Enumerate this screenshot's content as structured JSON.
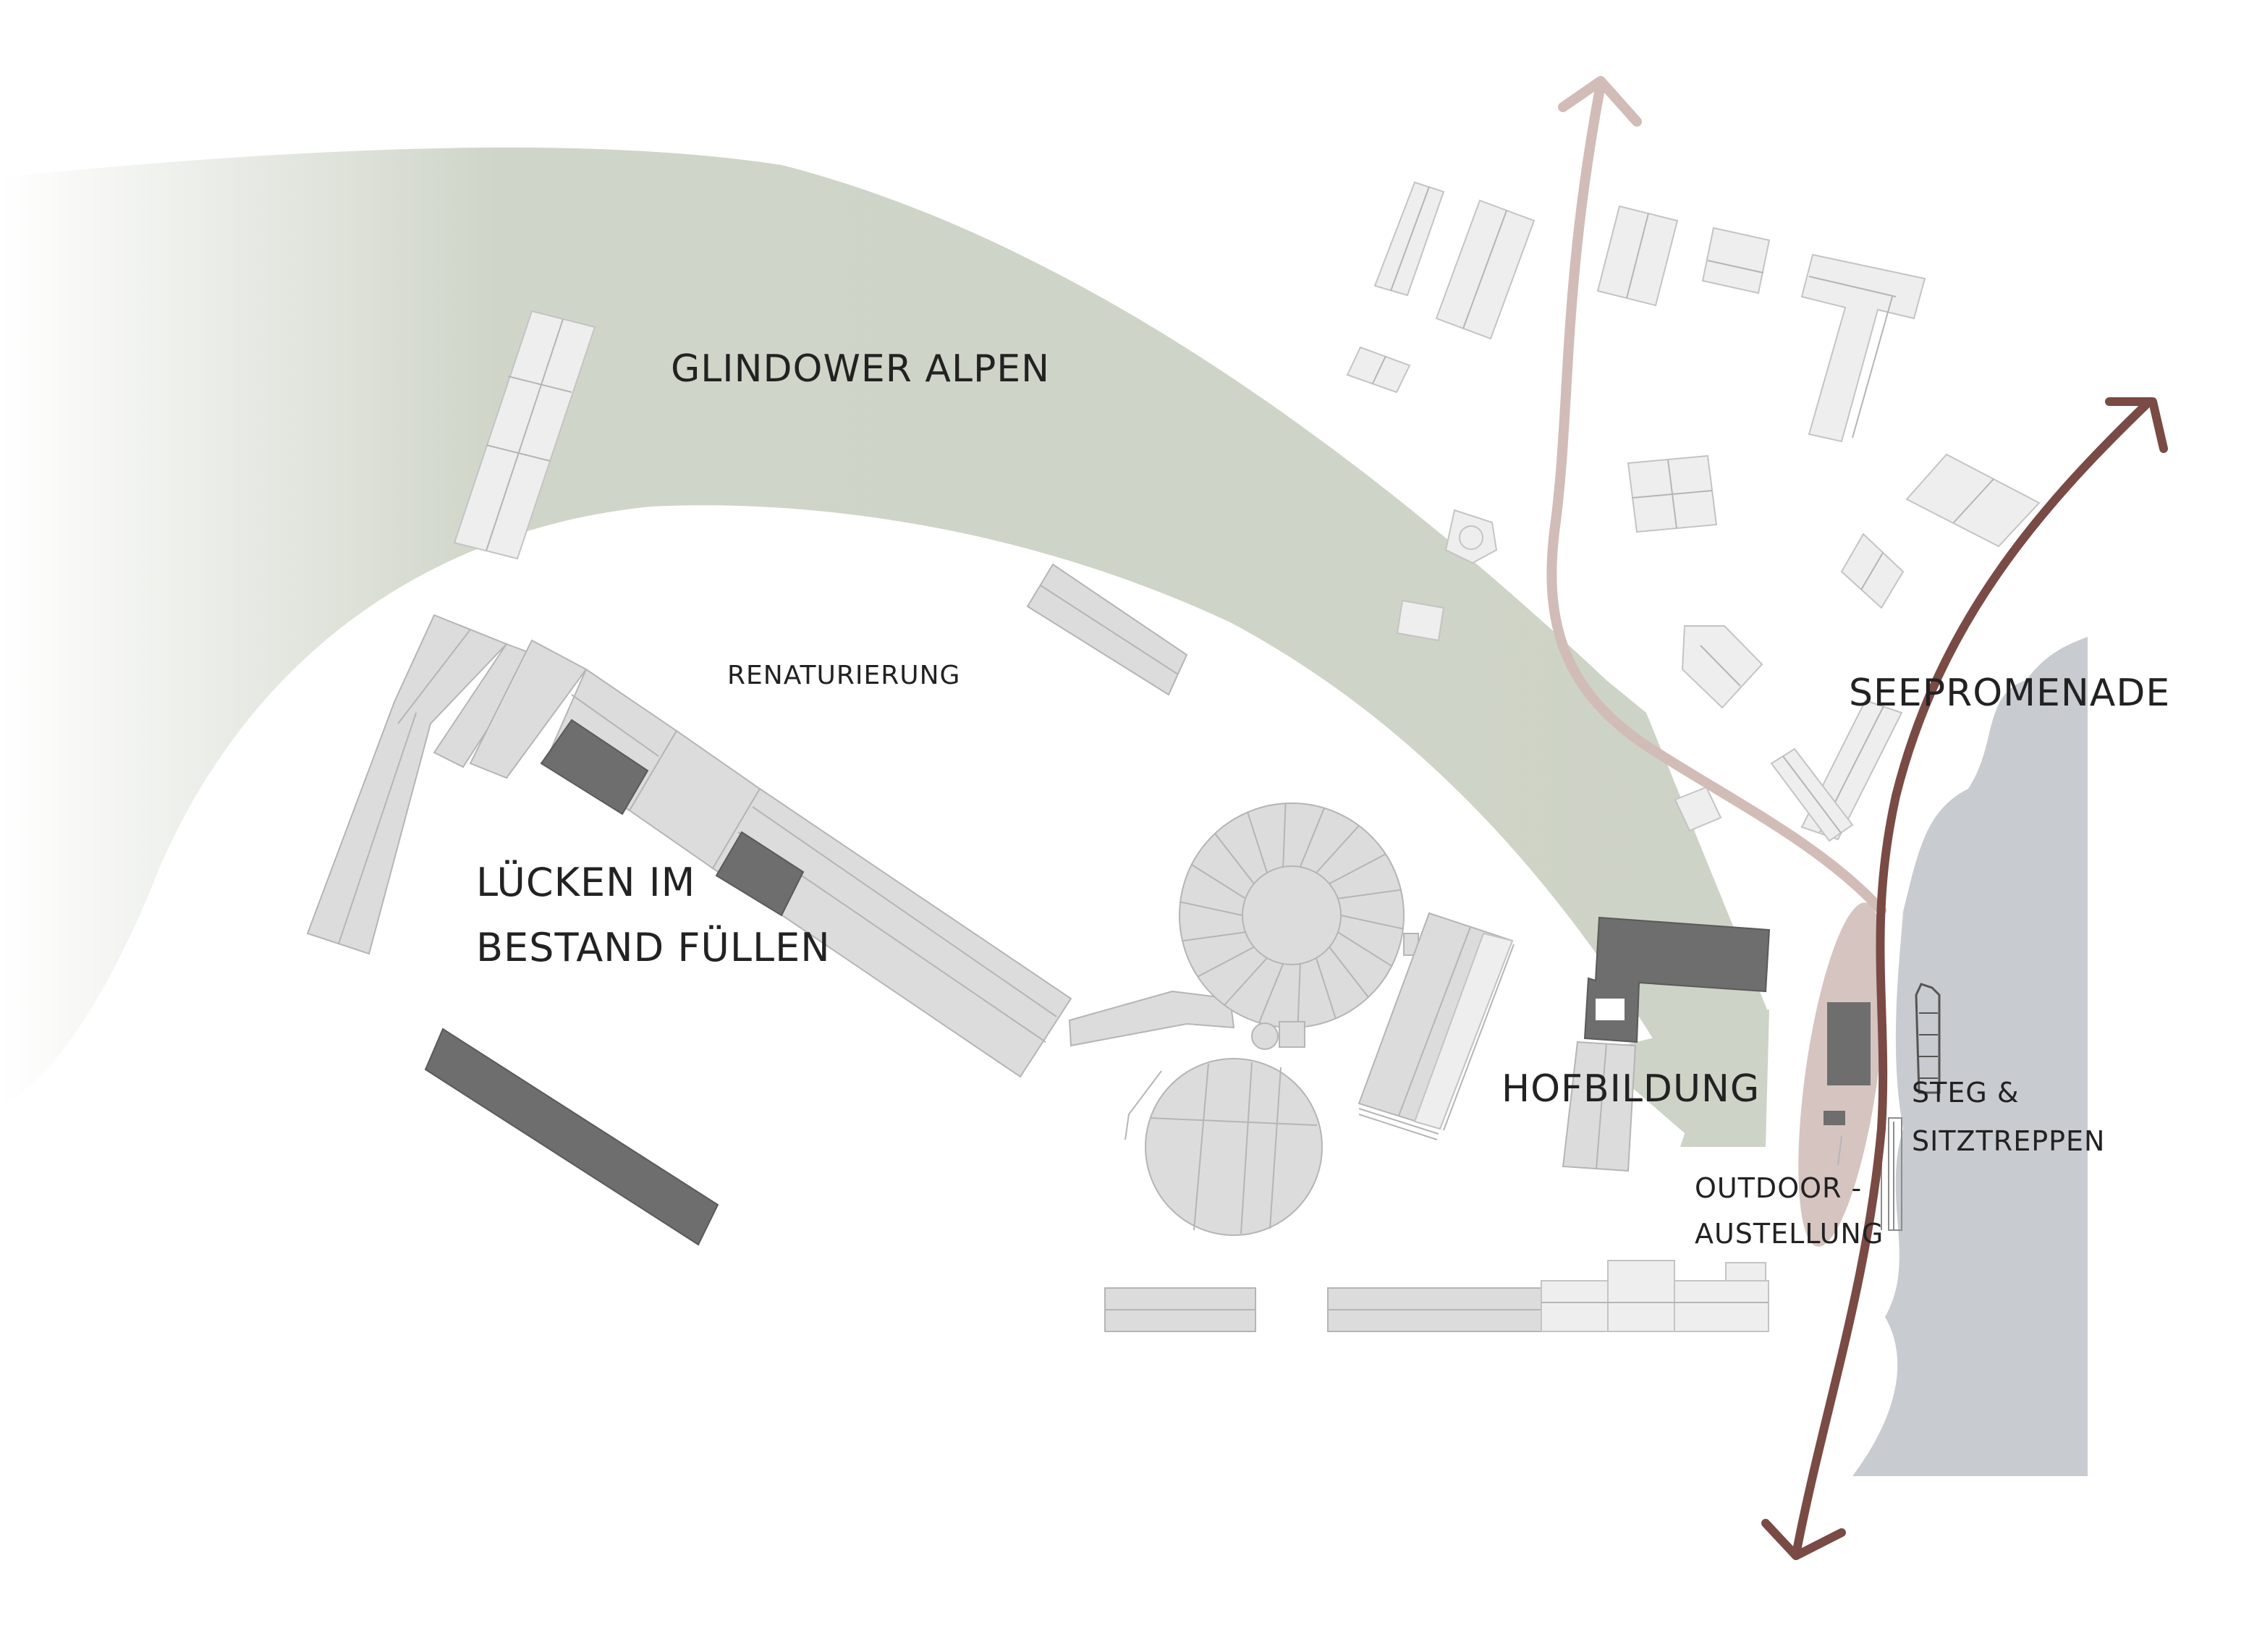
{
  "labels": {
    "glindower_alpen": "GLINDOWER ALPEN",
    "renaturierung": "RENATURIERUNG",
    "luecken_line1": "LÜCKEN IM",
    "luecken_line2": "BESTAND FÜLLEN",
    "seepromenade": "SEEPROMENADE",
    "hofbildung": "HOFBILDUNG",
    "steg_line1": "STEG &",
    "steg_line2": "SITZTREPPEN",
    "outdoor_line1": "OUTDOOR -",
    "outdoor_line2": "AUSTELLUNG"
  },
  "colors": {
    "green_band": "#cdd3c6",
    "water": "#c8cbd0",
    "building": "#dcdcdc",
    "building_dark": "#6e6e6e",
    "arrow_dark": "#7a4a44",
    "arrow_light": "#d2bcb7",
    "hof_ellipse": "#d6c4c1"
  }
}
